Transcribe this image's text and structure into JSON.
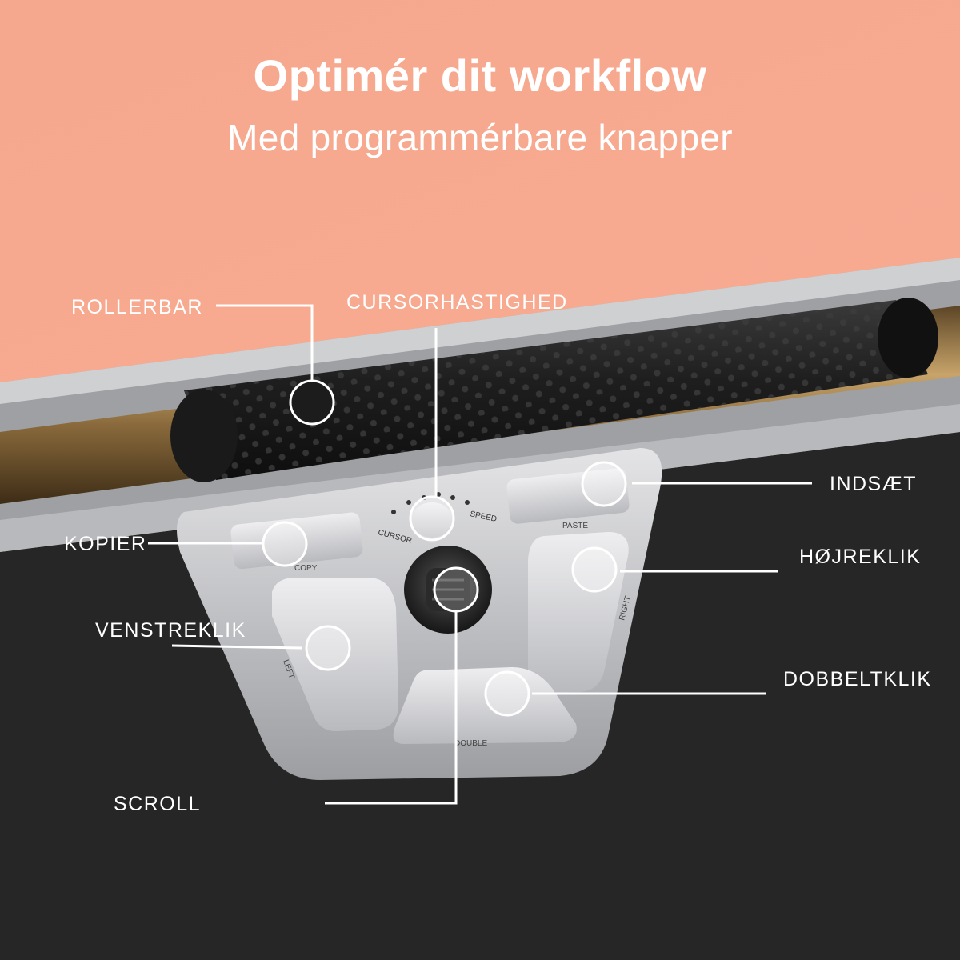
{
  "header": {
    "title": "Optimér dit workflow",
    "subtitle": "Med programmérbare knapper"
  },
  "device_labels": {
    "cursor": "CURSOR",
    "speed": "SPEED",
    "copy": "COPY",
    "paste": "PASTE",
    "left": "LEFT",
    "right": "RIGHT",
    "double": "DOUBLE"
  },
  "callouts": {
    "rollerbar": "ROLLERBAR",
    "cursor_speed": "CURSORHASTIGHED",
    "paste": "INDSÆT",
    "copy": "KOPIER",
    "right_click": "HØJREKLIK",
    "left_click": "VENSTREKLIK",
    "double_click": "DOBBELTKLIK",
    "scroll": "SCROLL"
  },
  "colors": {
    "background": "#f6a88e",
    "text": "#ffffff",
    "leather": "#2a2a2a",
    "rail": "#a9a9ab",
    "rod": "#9c7a45",
    "panel": "#c8c9cb"
  }
}
